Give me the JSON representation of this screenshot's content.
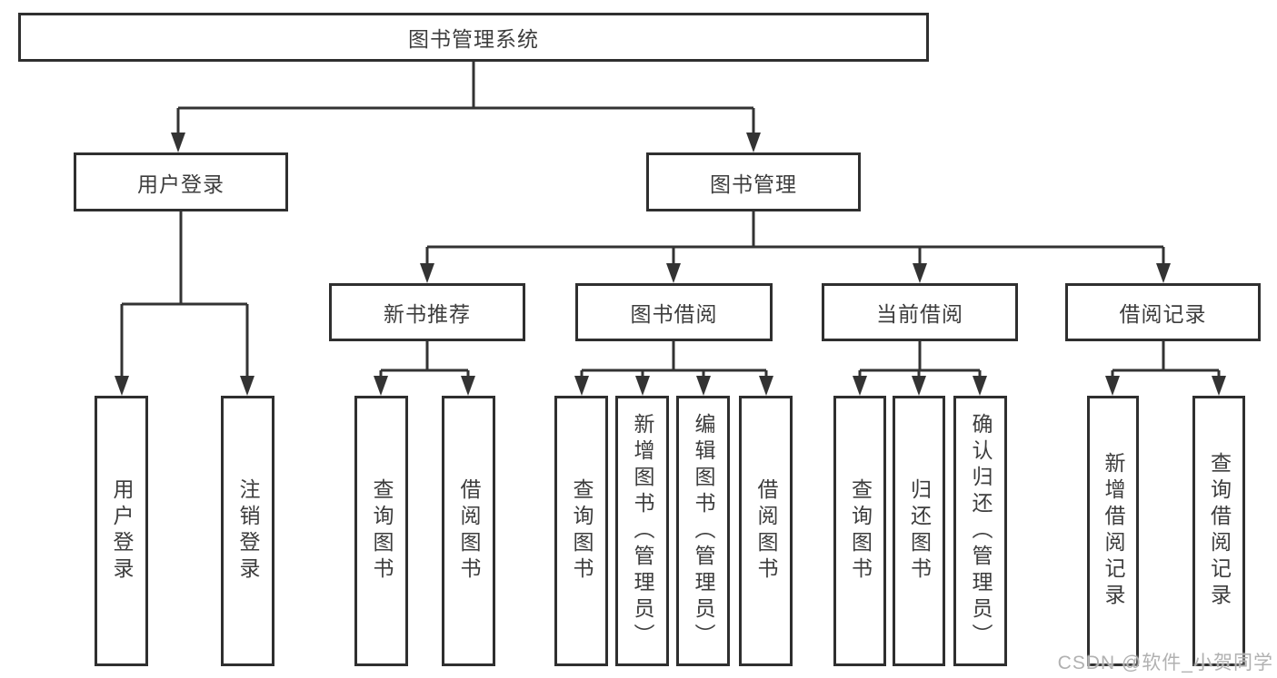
{
  "tree": {
    "root": {
      "label": "图书管理系统"
    },
    "branches": {
      "user_login": {
        "label": "用户登录",
        "children": [
          {
            "label": "用户登录"
          },
          {
            "label": "注销登录"
          }
        ]
      },
      "book_management": {
        "label": "图书管理",
        "children": {
          "new_book": {
            "label": "新书推荐",
            "children": [
              {
                "label": "查询图书"
              },
              {
                "label": "借阅图书"
              }
            ]
          },
          "borrow": {
            "label": "图书借阅",
            "children": [
              {
                "label": "查询图书"
              },
              {
                "label": "新增图书（管理员）"
              },
              {
                "label": "编辑图书（管理员）"
              },
              {
                "label": "借阅图书"
              }
            ]
          },
          "current": {
            "label": "当前借阅",
            "children": [
              {
                "label": "查询图书"
              },
              {
                "label": "归还图书"
              },
              {
                "label": "确认归还（管理员）"
              }
            ]
          },
          "records": {
            "label": "借阅记录",
            "children": [
              {
                "label": "新增借阅记录"
              },
              {
                "label": "查询借阅记录"
              }
            ]
          }
        }
      }
    }
  },
  "watermark": {
    "text": "CSDN @软件_小贺同学"
  },
  "colors": {
    "line": "#333333",
    "box_border": "#2f2f2f",
    "text": "#3d3d3d",
    "watermark": "#b1b1b1",
    "background": "#ffffff"
  }
}
